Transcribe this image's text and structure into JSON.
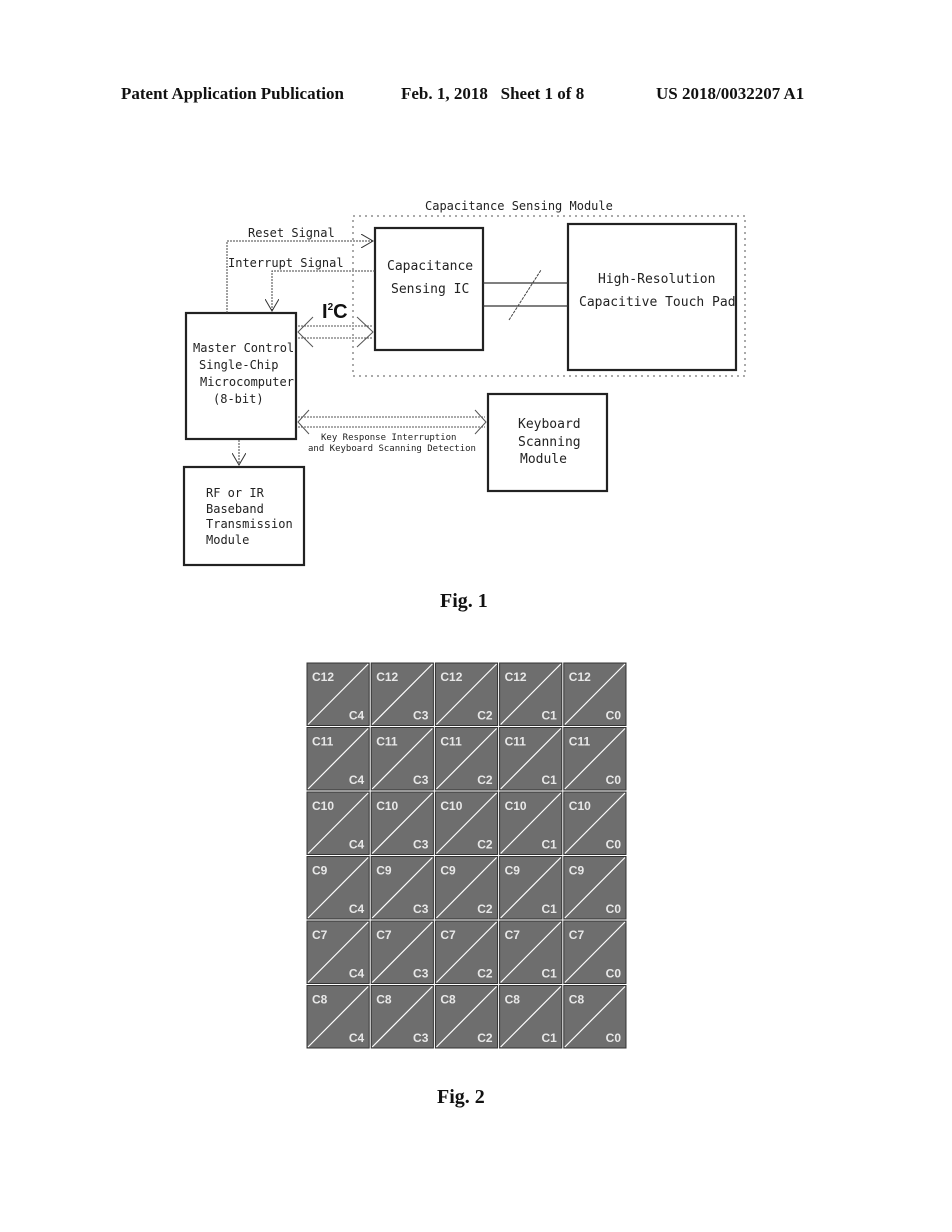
{
  "header": {
    "publication": "Patent Application Publication",
    "date_sheet": "Feb. 1, 2018   Sheet 1 of 8",
    "number": "US 2018/0032207 A1"
  },
  "fig1": {
    "caption": "Fig. 1",
    "module_group_label": "Capacitance Sensing Module",
    "reset_signal": "Reset Signal",
    "interrupt_signal": "Interrupt Signal",
    "i2c_label_main": "I",
    "i2c_label_sup": "2",
    "i2c_label_end": "C",
    "sensing_ic": [
      "Capacitance",
      "Sensing IC"
    ],
    "touch_pad": [
      "High-Resolution",
      "Capacitive Touch Pad"
    ],
    "mcu": [
      "Master Control",
      "Single-Chip",
      "Microcomputer",
      "(8-bit)"
    ],
    "keyboard_module": [
      "Keyboard",
      "Scanning",
      "Module"
    ],
    "key_link": [
      "Key Response Interruption",
      "and Keyboard Scanning Detection"
    ],
    "rf_module": [
      "RF or IR",
      "Baseband",
      "Transmission",
      "Module"
    ]
  },
  "fig2": {
    "caption": "Fig. 2",
    "colors": {
      "cell_fill": "#6e6e6e",
      "grid_line": "#ffffff"
    },
    "rows": [
      "C12",
      "C11",
      "C10",
      "C9",
      "C7",
      "C8"
    ],
    "cols": [
      "C4",
      "C3",
      "C2",
      "C1",
      "C0"
    ]
  }
}
